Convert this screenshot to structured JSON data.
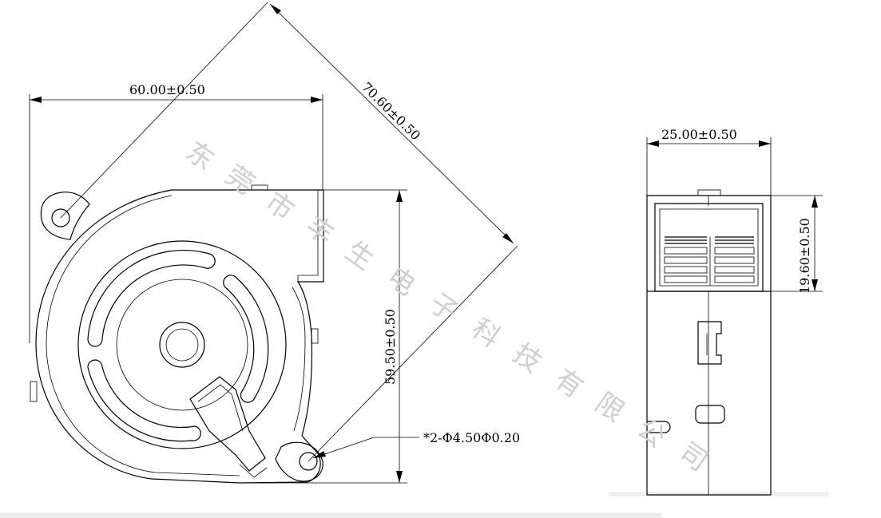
{
  "front_view": {
    "width_dim": "60.00±0.50",
    "diagonal_dim": "70.60±0.50",
    "height_dim": "59.50±0.50",
    "hole_note": "*2-Φ4.50Φ0.20"
  },
  "side_view": {
    "width_dim": "25.00±0.50",
    "outlet_dim": "19.60±0.50"
  },
  "watermark": {
    "chars": [
      "东",
      "莞",
      "市",
      "丰",
      "生",
      "电",
      "子",
      "科",
      "技",
      "有",
      "限",
      "公",
      "司"
    ]
  }
}
